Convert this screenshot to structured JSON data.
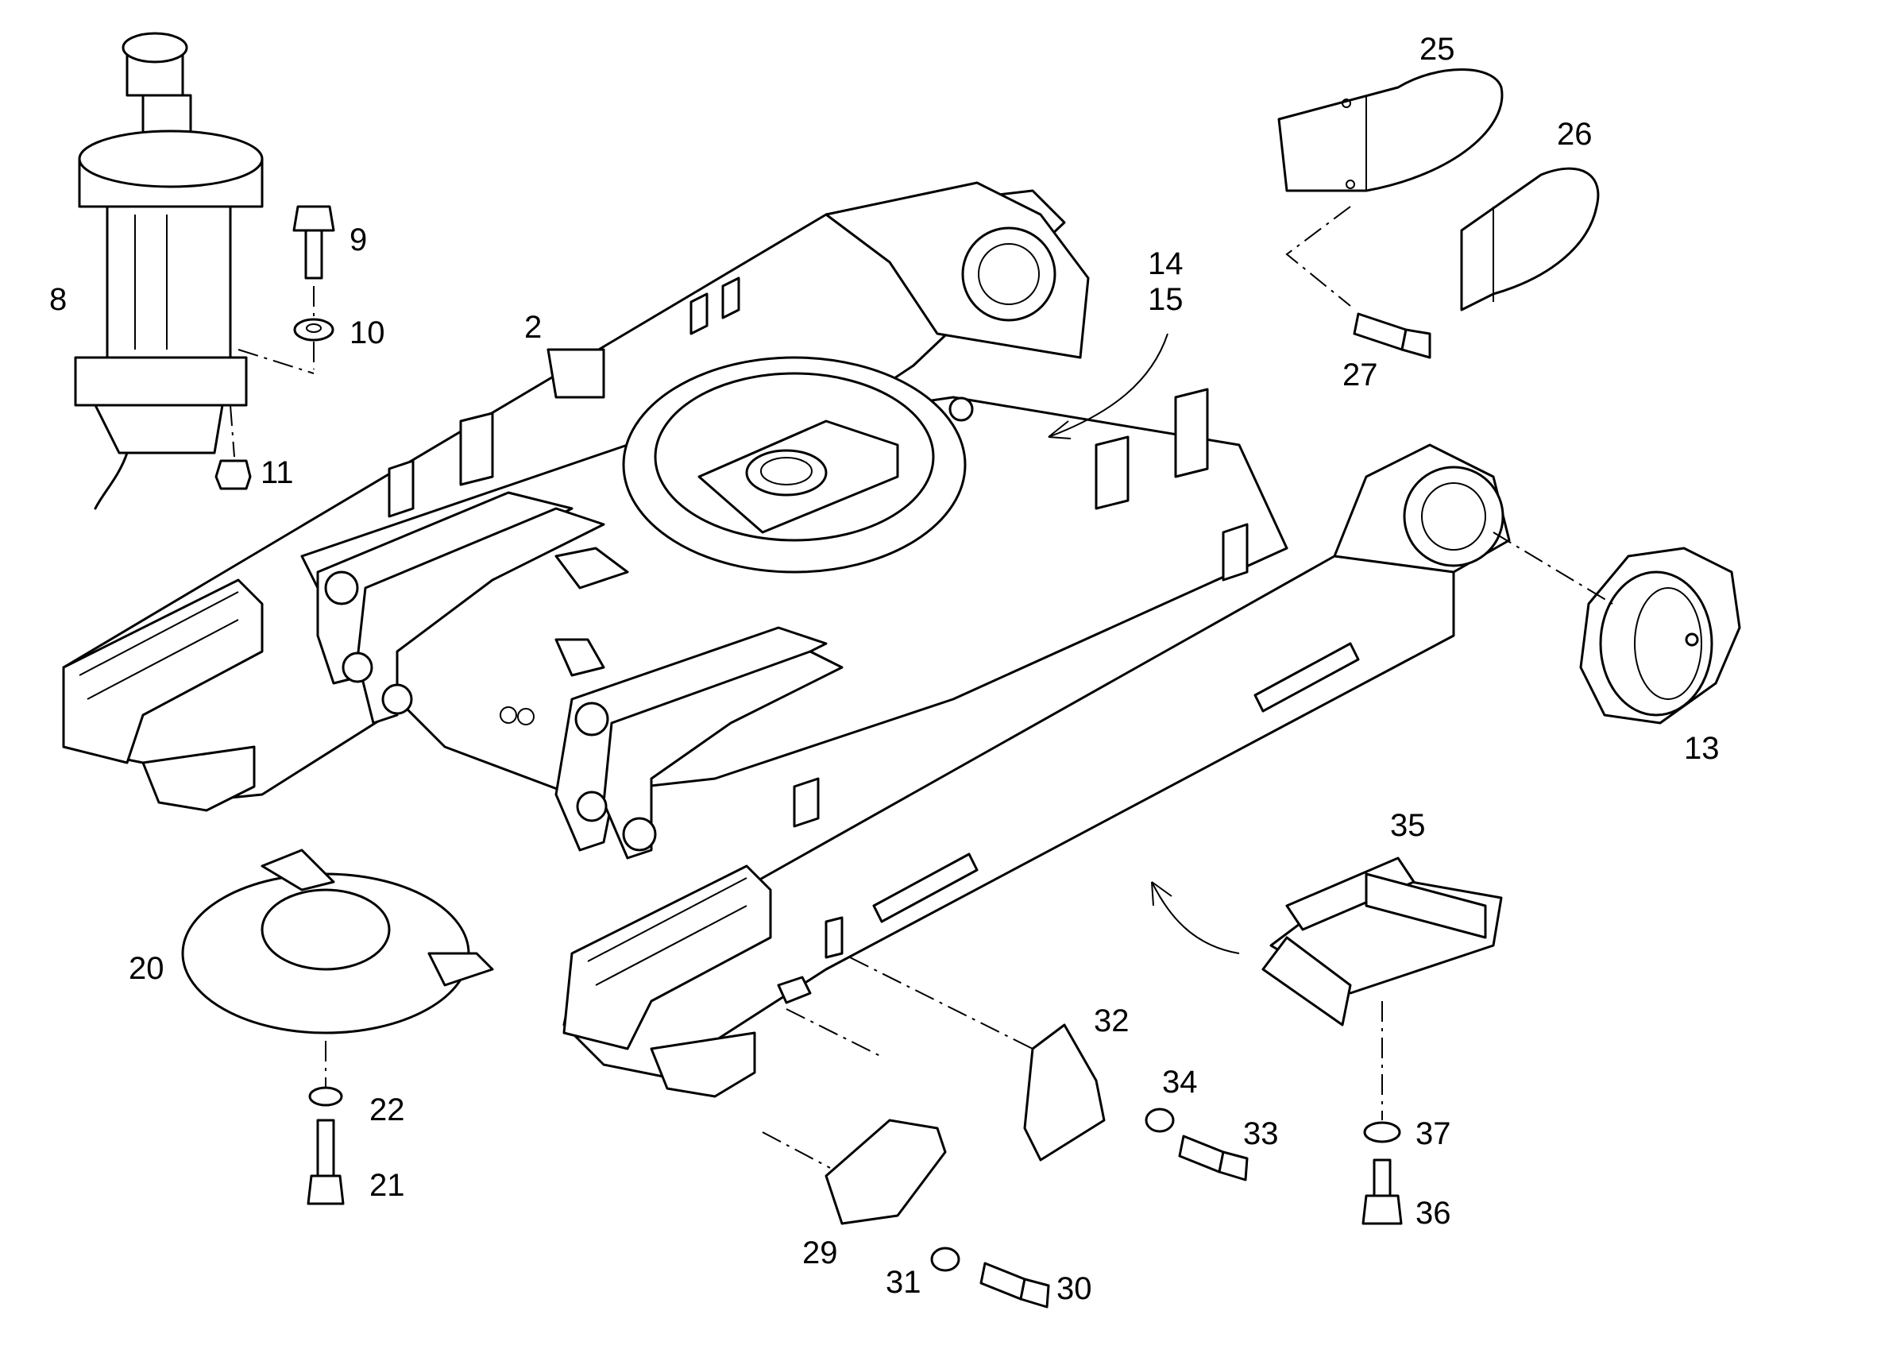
{
  "labels": {
    "p2": "2",
    "p8": "8",
    "p9": "9",
    "p10": "10",
    "p11": "11",
    "p13": "13",
    "p14": "14",
    "p15": "15",
    "p20": "20",
    "p21": "21",
    "p22": "22",
    "p25": "25",
    "p26": "26",
    "p27": "27",
    "p29": "29",
    "p30": "30",
    "p31": "31",
    "p32": "32",
    "p33": "33",
    "p34": "34",
    "p35": "35",
    "p36": "36",
    "p37": "37"
  }
}
